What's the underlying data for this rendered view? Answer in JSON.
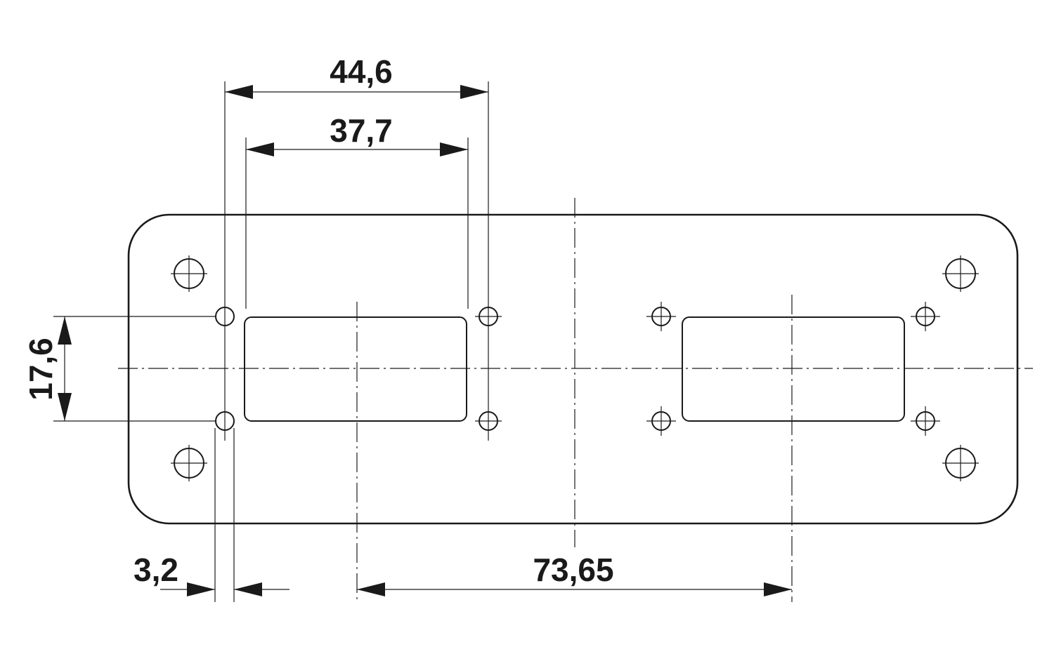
{
  "drawing": {
    "colors": {
      "line": "#1a1a1a",
      "background": "#ffffff"
    },
    "dimensions": {
      "outer_hole_spacing": "44,6",
      "inner_hole_spacing": "37,7",
      "hole_vertical_spacing": "17,6",
      "hole_offset": "3,2",
      "cutout_center_distance": "73,65"
    }
  }
}
